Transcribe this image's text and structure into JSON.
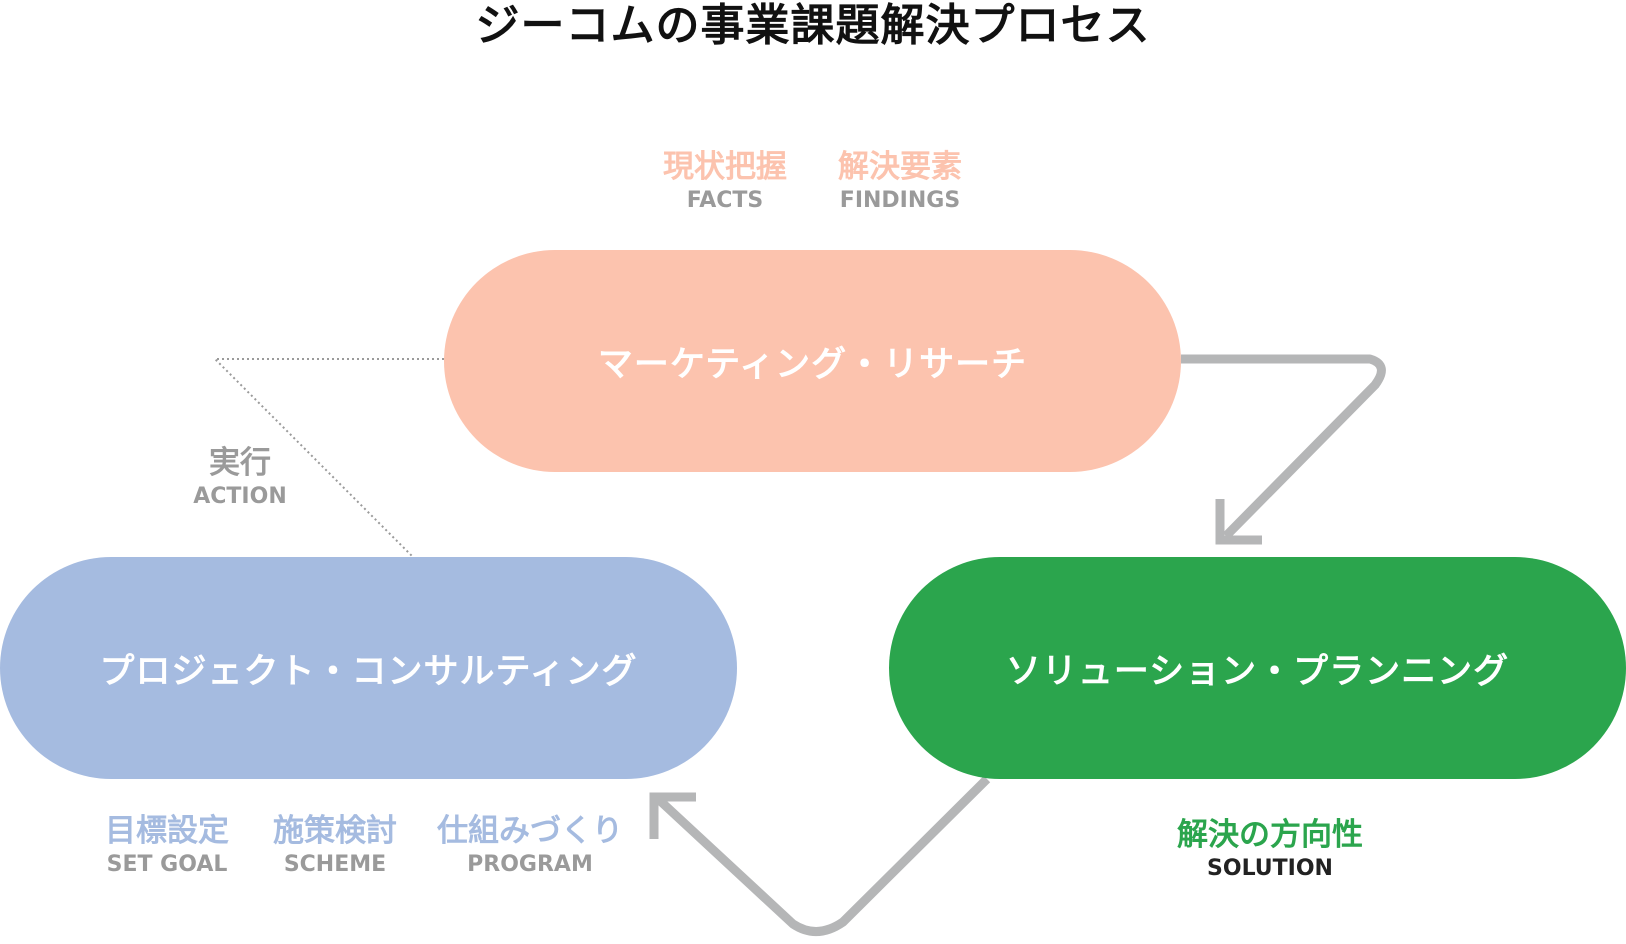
{
  "title": "ジーコムの事業課題解決プロセス",
  "colors": {
    "research": "#fcc3ae",
    "consulting": "#a5bbe0",
    "solution": "#2ba54d",
    "arrow": "#b5b6b7",
    "dotted": "#9a9a9a",
    "english_gray": "#9a9a9a",
    "solution_english": "#222222"
  },
  "stages": {
    "research": {
      "label": "マーケティング・リサーチ",
      "notes": [
        {
          "jp": "現状把握",
          "en": "FACTS"
        },
        {
          "jp": "解決要素",
          "en": "FINDINGS"
        }
      ]
    },
    "consulting": {
      "label": "プロジェクト・コンサルティング",
      "notes": [
        {
          "jp": "目標設定",
          "en": "SET GOAL"
        },
        {
          "jp": "施策検討",
          "en": "SCHEME"
        },
        {
          "jp": "仕組みづくり",
          "en": "PROGRAM"
        }
      ]
    },
    "solution": {
      "label": "ソリューション・プランニング",
      "note": {
        "jp": "解決の方向性",
        "en": "SOLUTION"
      }
    }
  },
  "action": {
    "jp": "実行",
    "en": "ACTION"
  },
  "icons": [
    "arrow-research-to-solution",
    "arrow-solution-to-consulting",
    "dotted-action-connector"
  ]
}
